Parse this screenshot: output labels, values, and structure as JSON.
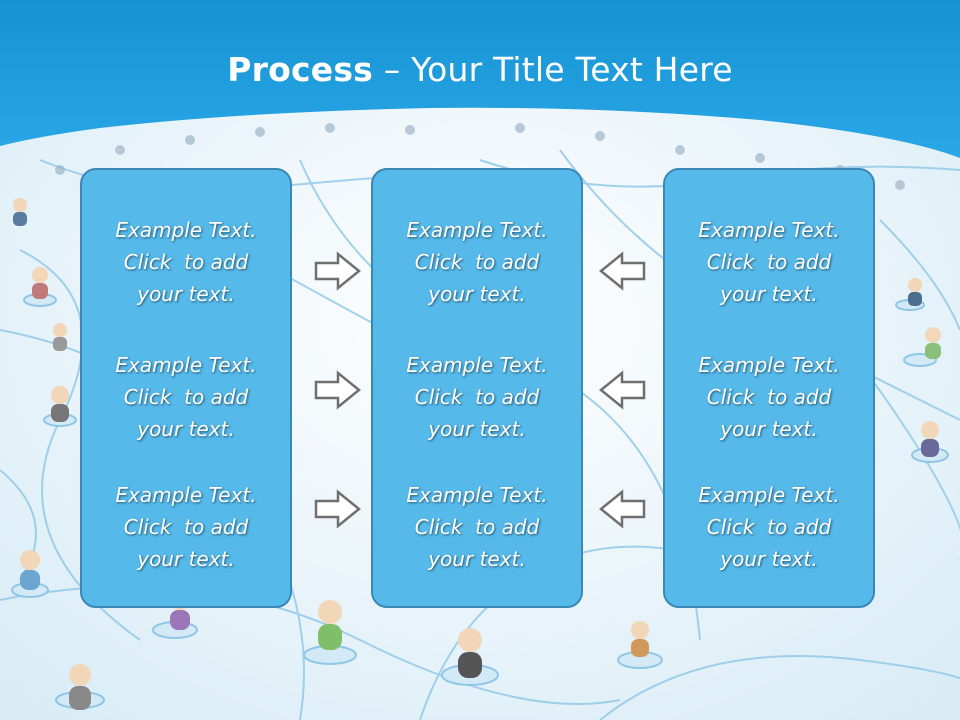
{
  "slide": {
    "title_bold": "Process",
    "title_rest": " – Your Title Text Here",
    "colors": {
      "header_blue": "#1f9ad9",
      "box_fill": "#55b9ea",
      "box_border": "#3b87b6",
      "arrow_fill": "#ffffff",
      "arrow_stroke": "#6f6f6f"
    },
    "columns": [
      {
        "items": [
          {
            "line1": "Example Text.",
            "line2": "Click  to add",
            "line3": "your text."
          },
          {
            "line1": "Example Text.",
            "line2": "Click  to add",
            "line3": "your text."
          },
          {
            "line1": "Example Text.",
            "line2": "Click  to add",
            "line3": "your text."
          }
        ]
      },
      {
        "items": [
          {
            "line1": "Example Text.",
            "line2": "Click  to add",
            "line3": "your text."
          },
          {
            "line1": "Example Text.",
            "line2": "Click  to add",
            "line3": "your text."
          },
          {
            "line1": "Example Text.",
            "line2": "Click  to add",
            "line3": "your text."
          }
        ]
      },
      {
        "items": [
          {
            "line1": "Example Text.",
            "line2": "Click  to add",
            "line3": "your text."
          },
          {
            "line1": "Example Text.",
            "line2": "Click  to add",
            "line3": "your text."
          },
          {
            "line1": "Example Text.",
            "line2": "Click  to add",
            "line3": "your text."
          }
        ]
      }
    ],
    "arrows": {
      "left_group": "right-arrow-icon",
      "right_group": "left-arrow-icon"
    }
  }
}
